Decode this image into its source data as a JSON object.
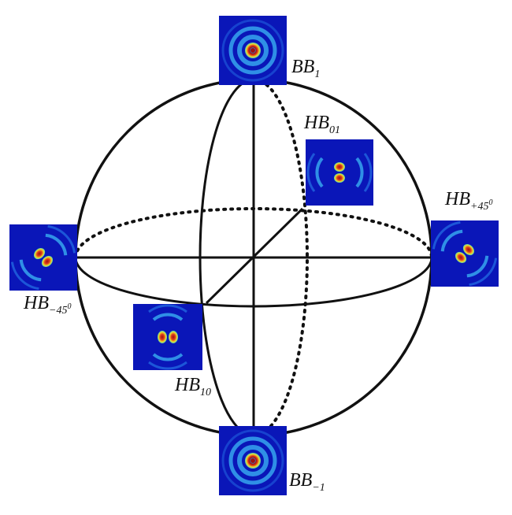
{
  "labels": {
    "bb_top": {
      "base": "BB",
      "sub": "1"
    },
    "bb_bottom": {
      "base": "BB",
      "sub": "−1"
    },
    "hb_01": {
      "base": "HB",
      "sub": "01"
    },
    "hb_10": {
      "base": "HB",
      "sub": "10"
    },
    "hb_plus45": {
      "base": "HB",
      "sub": "+45",
      "sup": "0"
    },
    "hb_minus45": {
      "base": "HB",
      "sub": "−45",
      "sup": "0"
    }
  },
  "colors": {
    "line": "#111111",
    "panel_background": "#0a16b8",
    "ring": "#2f8fe6",
    "ring_dim": "#1c56d8",
    "core_outer": "#f0d828",
    "core_mid": "#e0401c",
    "core_inner": "#a01010"
  },
  "icons": {
    "beam_bessel": "bessel-beam-pattern-icon",
    "beam_hermite_bessel": "hermite-bessel-beam-pattern-icon"
  }
}
